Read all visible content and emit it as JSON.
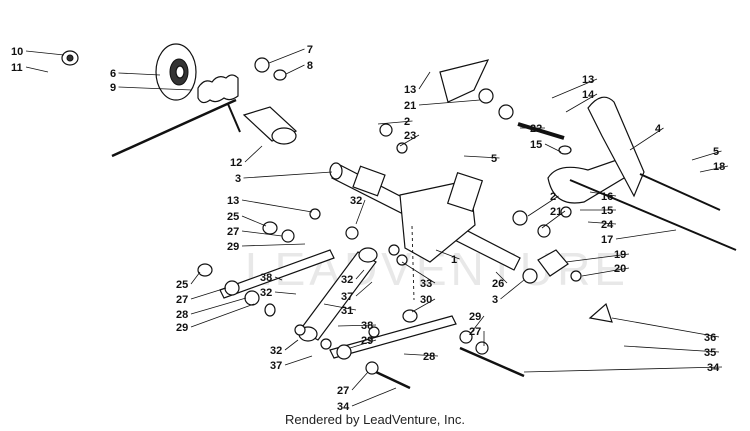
{
  "diagram": {
    "credit": "Rendered by LeadVenture, Inc.",
    "watermark": "LEADVENTURE",
    "callouts": [
      {
        "id": "c10a",
        "label": "10"
      },
      {
        "id": "c11a",
        "label": "11"
      },
      {
        "id": "c6",
        "label": "6"
      },
      {
        "id": "c9",
        "label": "9"
      },
      {
        "id": "c7",
        "label": "7"
      },
      {
        "id": "c8",
        "label": "8"
      },
      {
        "id": "c12",
        "label": "12"
      },
      {
        "id": "c3a",
        "label": "3"
      },
      {
        "id": "c13a",
        "label": "13"
      },
      {
        "id": "c21a",
        "label": "21"
      },
      {
        "id": "c2a",
        "label": "2"
      },
      {
        "id": "c23",
        "label": "23"
      },
      {
        "id": "c5a",
        "label": "5"
      },
      {
        "id": "c13b",
        "label": "13"
      },
      {
        "id": "c14",
        "label": "14"
      },
      {
        "id": "c22",
        "label": "22"
      },
      {
        "id": "c15a",
        "label": "15"
      },
      {
        "id": "c4",
        "label": "4"
      },
      {
        "id": "c5b",
        "label": "5"
      },
      {
        "id": "c18",
        "label": "18"
      },
      {
        "id": "c16",
        "label": "16"
      },
      {
        "id": "c15b",
        "label": "15"
      },
      {
        "id": "c24",
        "label": "24"
      },
      {
        "id": "c17",
        "label": "17"
      },
      {
        "id": "c2b",
        "label": "2"
      },
      {
        "id": "c21b",
        "label": "21"
      },
      {
        "id": "c13c",
        "label": "13"
      },
      {
        "id": "c25a",
        "label": "25"
      },
      {
        "id": "c27a",
        "label": "27"
      },
      {
        "id": "c29a",
        "label": "29"
      },
      {
        "id": "c32a",
        "label": "32"
      },
      {
        "id": "c1",
        "label": "1"
      },
      {
        "id": "c19",
        "label": "19"
      },
      {
        "id": "c20",
        "label": "20"
      },
      {
        "id": "c25b",
        "label": "25"
      },
      {
        "id": "c27b",
        "label": "27"
      },
      {
        "id": "c28a",
        "label": "28"
      },
      {
        "id": "c29b",
        "label": "29"
      },
      {
        "id": "c38a",
        "label": "38"
      },
      {
        "id": "c32b",
        "label": "32"
      },
      {
        "id": "c32c",
        "label": "32"
      },
      {
        "id": "c37a",
        "label": "37"
      },
      {
        "id": "c33",
        "label": "33"
      },
      {
        "id": "c30",
        "label": "30"
      },
      {
        "id": "c31",
        "label": "31"
      },
      {
        "id": "c26",
        "label": "26"
      },
      {
        "id": "c3b",
        "label": "3"
      },
      {
        "id": "c38b",
        "label": "38"
      },
      {
        "id": "c29c",
        "label": "29"
      },
      {
        "id": "c32d",
        "label": "32"
      },
      {
        "id": "c37b",
        "label": "37"
      },
      {
        "id": "c29d",
        "label": "29"
      },
      {
        "id": "c27c",
        "label": "27"
      },
      {
        "id": "c28b",
        "label": "28"
      },
      {
        "id": "c36",
        "label": "36"
      },
      {
        "id": "c35",
        "label": "35"
      },
      {
        "id": "c34a",
        "label": "34"
      },
      {
        "id": "c27d",
        "label": "27"
      },
      {
        "id": "c34b",
        "label": "34"
      }
    ]
  }
}
